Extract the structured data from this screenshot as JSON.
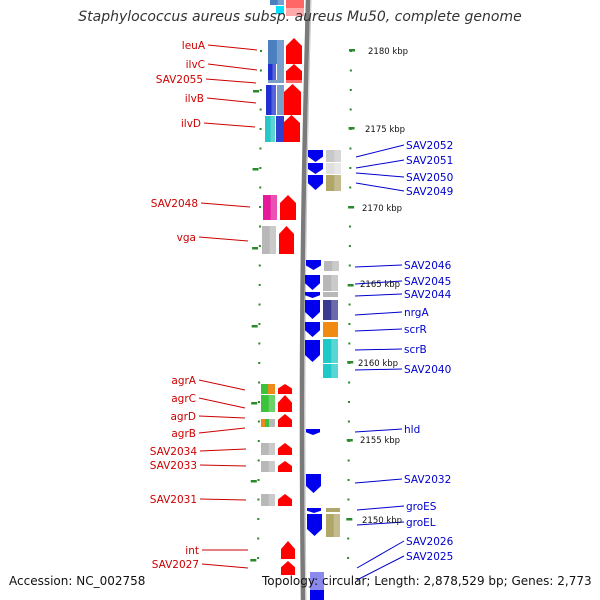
{
  "title": "Staphylococcus aureus subsp. aureus Mu50, complete genome",
  "accession": "Accession: NC_002758",
  "topology": "Topology: circular; Length: 2,878,529 bp; Genes: 2,773",
  "colors": {
    "forward_label": "#cc0000",
    "reverse_label": "#0000cc",
    "backbone": "#808080",
    "tick": "#2a8a2a",
    "forward_arrow": "#ff0000",
    "reverse_arrow": "#0000ee"
  },
  "kbp_markers": [
    "2180 kbp",
    "2175 kbp",
    "2170 kbp",
    "2165 kbp",
    "2160 kbp",
    "2155 kbp",
    "2150 kbp"
  ],
  "forward_genes": [
    {
      "name": "leuA",
      "color": "#4a7fc0"
    },
    {
      "name": "ilvC",
      "color": "#1f2fd0"
    },
    {
      "name": "SAV2055",
      "color": "#7aa0c8"
    },
    {
      "name": "ilvB",
      "color": "#1f2fd0"
    },
    {
      "name": "ilvD",
      "color": "#27c7c7"
    },
    {
      "name": "SAV2048",
      "color": "#e6199a"
    },
    {
      "name": "vga",
      "color": "#b8b8b8"
    },
    {
      "name": "agrA",
      "color": "#3bc43b"
    },
    {
      "name": "agrC",
      "color": "#3bc43b"
    },
    {
      "name": "agrD",
      "color": "#ee8a1a"
    },
    {
      "name": "agrB",
      "color": "#3bc43b"
    },
    {
      "name": "SAV2034",
      "color": "#b8b8b8"
    },
    {
      "name": "SAV2033",
      "color": "#b8b8b8"
    },
    {
      "name": "SAV2031",
      "color": "#b8b8b8"
    },
    {
      "name": "int",
      "color": "#ff0000"
    },
    {
      "name": "SAV2027",
      "color": "#ff0000"
    }
  ],
  "reverse_genes": [
    {
      "name": "SAV2052",
      "color": "#c8c8c8"
    },
    {
      "name": "SAV2051",
      "color": "#c8c8c8"
    },
    {
      "name": "SAV2050",
      "color": "#b0a66a"
    },
    {
      "name": "SAV2049",
      "color": "#b0a66a"
    },
    {
      "name": "SAV2046",
      "color": "#b8b8b8"
    },
    {
      "name": "SAV2045",
      "color": "#b8b8b8"
    },
    {
      "name": "SAV2044",
      "color": "#b8b8b8"
    },
    {
      "name": "nrgA",
      "color": "#3a3a90"
    },
    {
      "name": "scrR",
      "color": "#f08a10"
    },
    {
      "name": "scrB",
      "color": "#20c8c8"
    },
    {
      "name": "SAV2040",
      "color": "#20c8c8"
    },
    {
      "name": "hld",
      "color": "#0000ee"
    },
    {
      "name": "SAV2032",
      "color": "#0000ee"
    },
    {
      "name": "groES",
      "color": "#b0a66a"
    },
    {
      "name": "groEL",
      "color": "#b0a66a"
    },
    {
      "name": "SAV2026",
      "color": "#0000ee"
    },
    {
      "name": "SAV2025",
      "color": "#0000ee"
    }
  ]
}
